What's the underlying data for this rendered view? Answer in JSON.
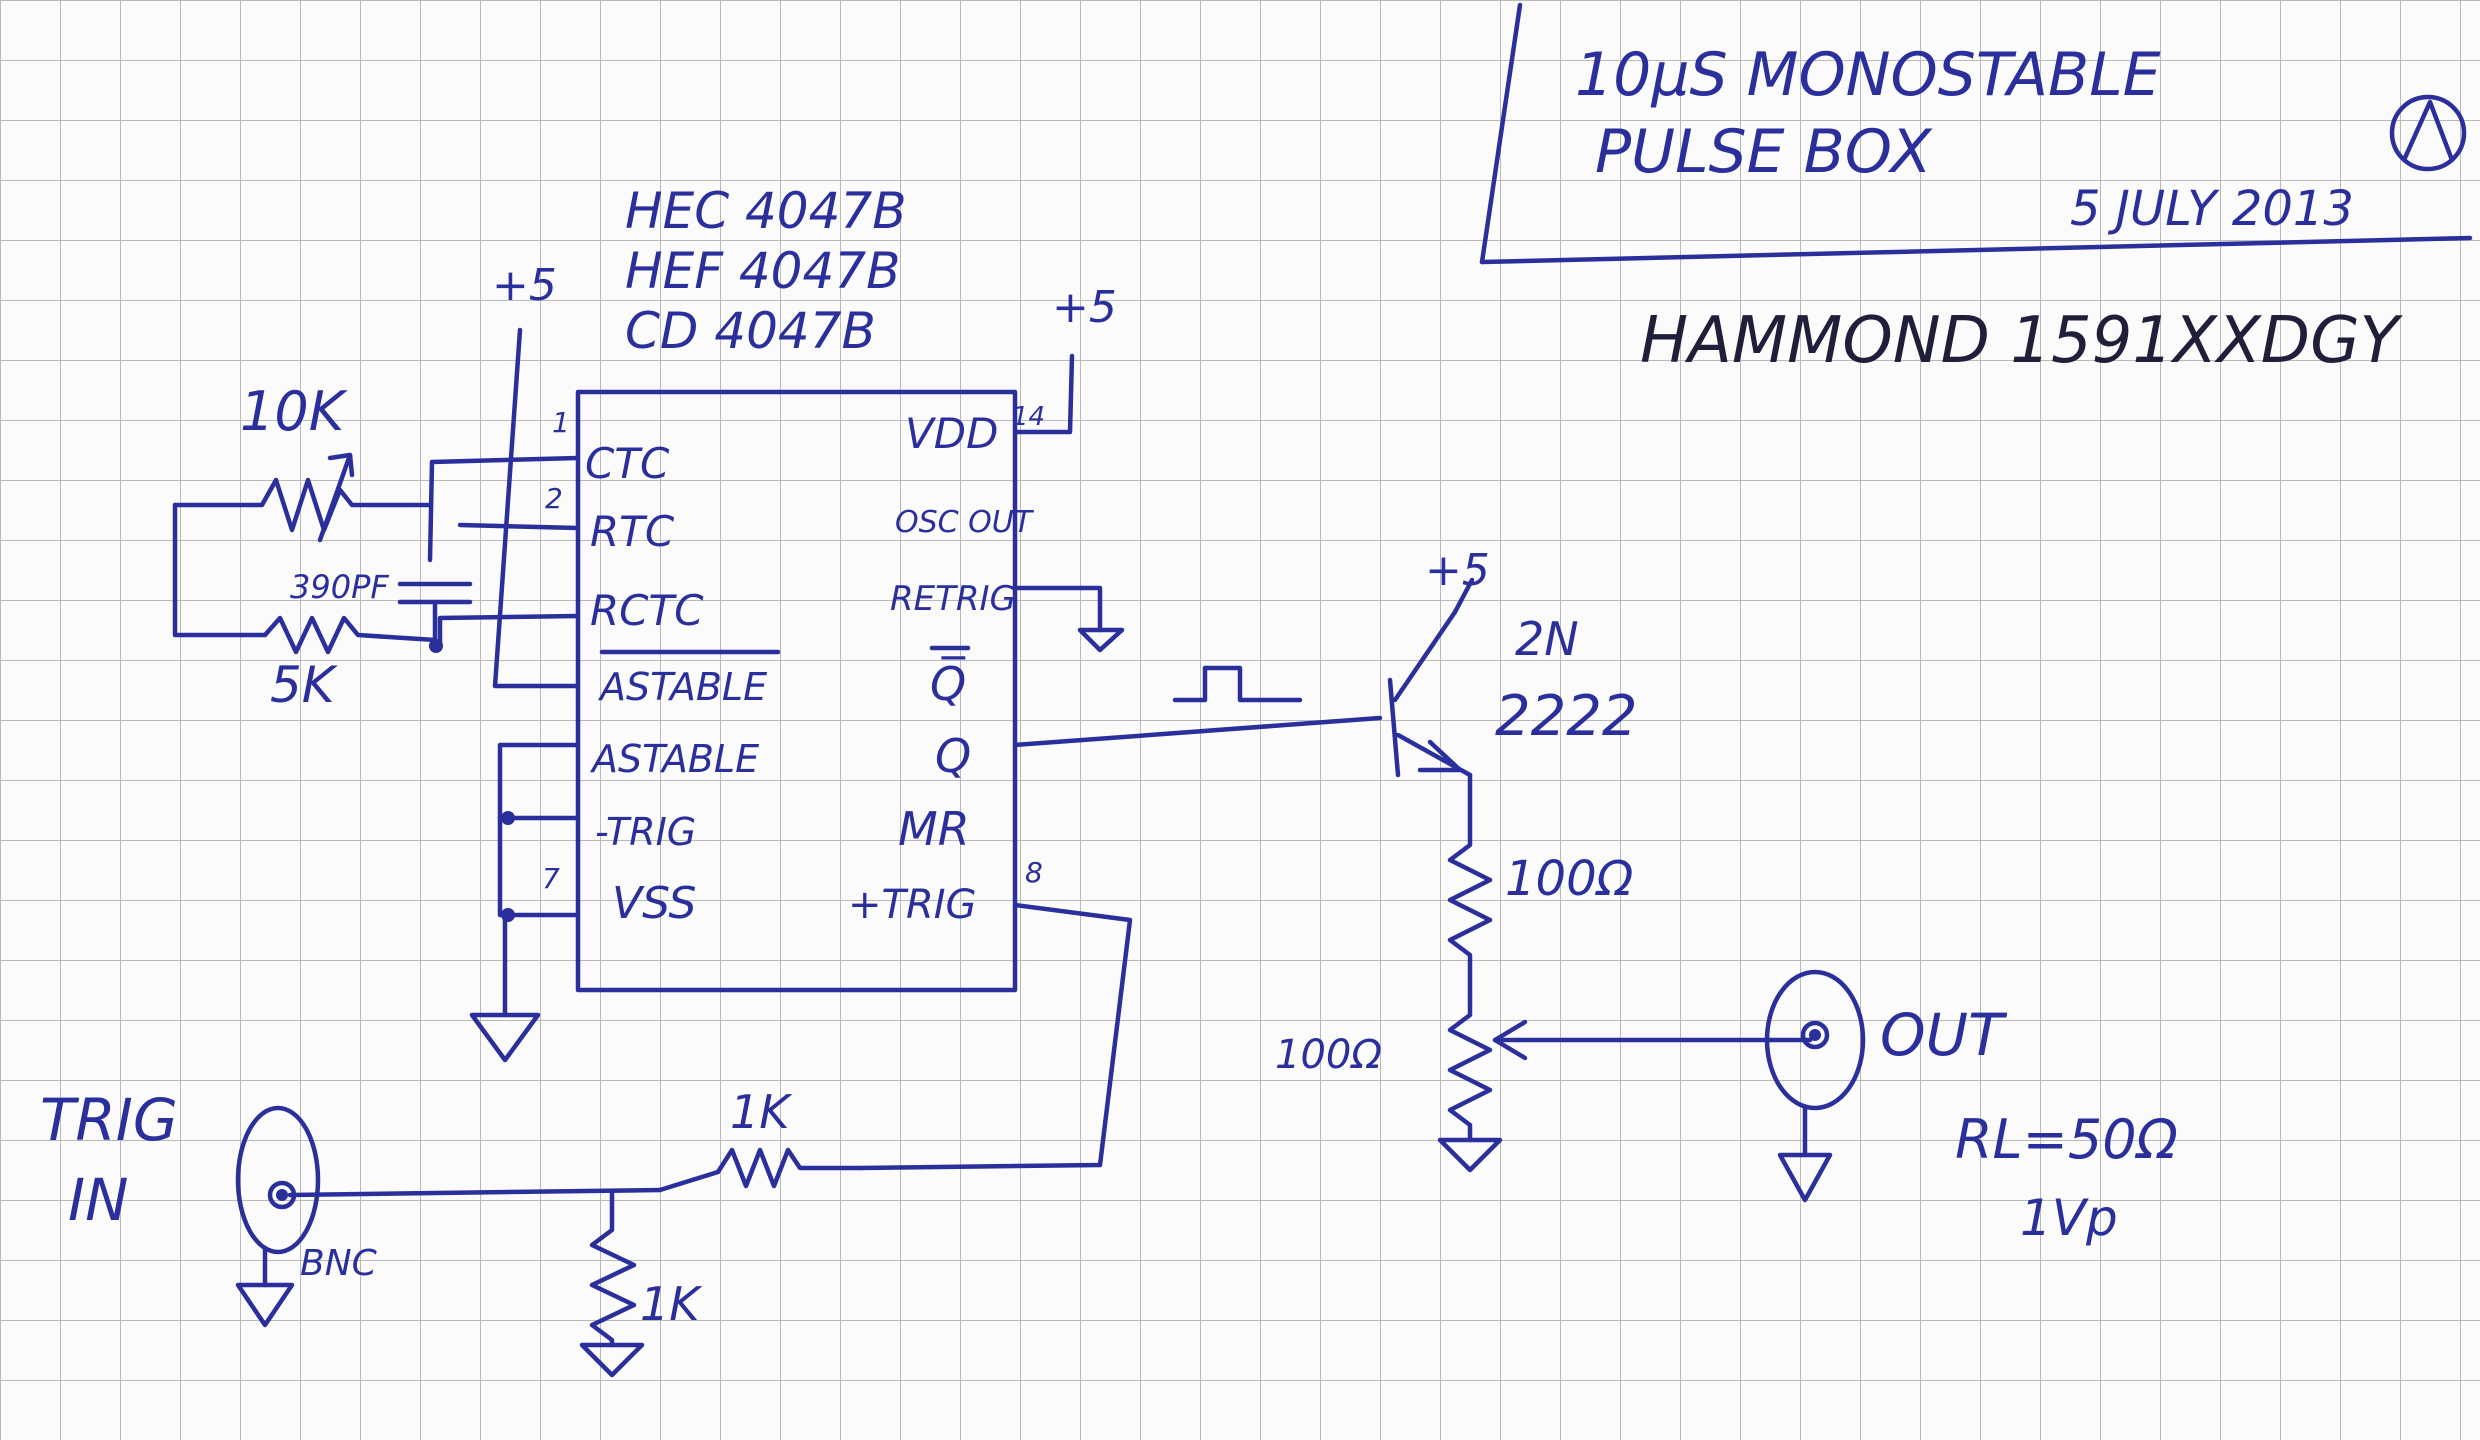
{
  "title_block": {
    "title_line1": "10µS MONOSTABLE",
    "title_line2": "PULSE BOX",
    "date": "5 JULY 2013",
    "enclosure": "HAMMOND 1591XXDGY"
  },
  "chip": {
    "part_numbers": [
      "HEC 4047B",
      "HEF 4047B",
      "CD 4047B"
    ],
    "left_pins": [
      {
        "num": "1",
        "name": "CTC"
      },
      {
        "num": "2",
        "name": "RTC"
      },
      {
        "num": "",
        "name": "RCTC"
      },
      {
        "num": "",
        "name": "ASTABLE"
      },
      {
        "num": "",
        "name": "ASTABLE"
      },
      {
        "num": "",
        "name": "-TRIG"
      },
      {
        "num": "7",
        "name": "VSS"
      }
    ],
    "right_pins": [
      {
        "num": "14",
        "name": "VDD"
      },
      {
        "num": "",
        "name": "OSC OUT"
      },
      {
        "num": "",
        "name": "RETRIG"
      },
      {
        "num": "",
        "name": "Q̅"
      },
      {
        "num": "",
        "name": "Q"
      },
      {
        "num": "",
        "name": "MR"
      },
      {
        "num": "8",
        "name": "+TRIG"
      }
    ]
  },
  "labels": {
    "supply_left": "+5",
    "supply_right": "+5",
    "supply_transistor": "+5",
    "pot_10k": "10K",
    "cap": "390PF",
    "res_5k": "5K",
    "transistor_line1": "2N",
    "transistor_line2": "2222",
    "res_emitter": "100Ω",
    "pot_out": "100Ω",
    "out": "OUT",
    "load_line1": "RL=50Ω",
    "load_line2": "1Vp",
    "trig_line1": "TRIG",
    "trig_line2": "IN",
    "bnc": "BNC",
    "res_series": "1K",
    "res_shunt": "1K"
  }
}
